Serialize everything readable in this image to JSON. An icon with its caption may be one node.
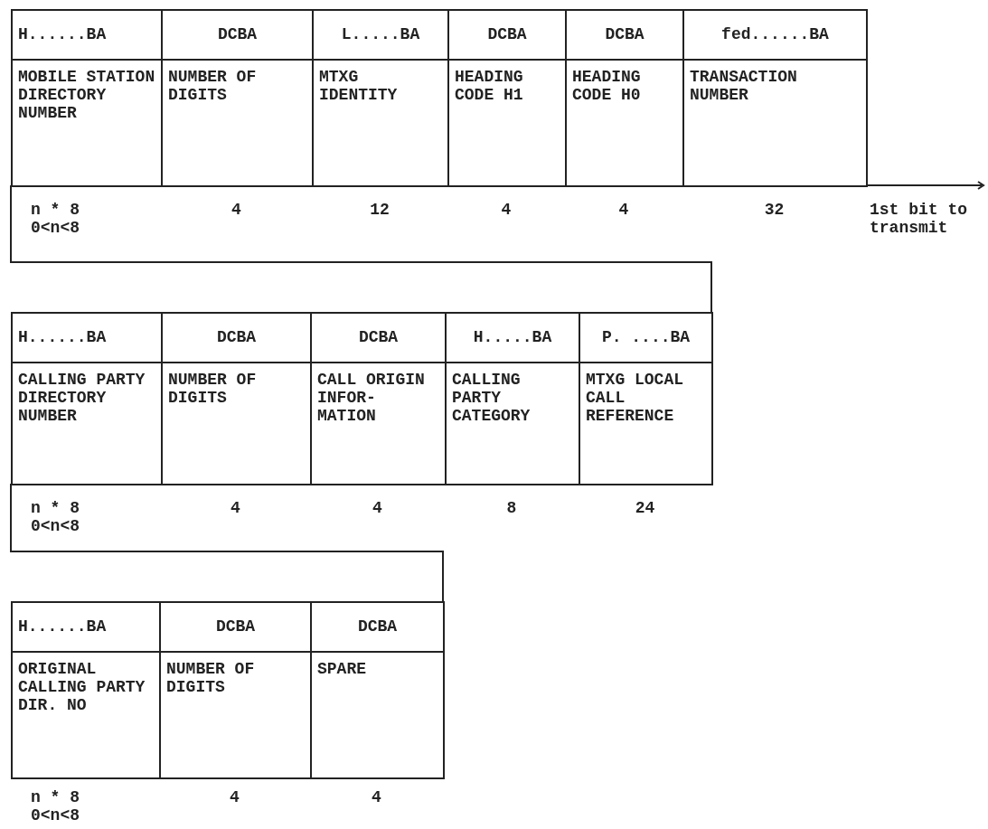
{
  "diagram": {
    "labels": [
      "H......BA",
      "DCBA",
      "L.....BA",
      "DCBA",
      "DCBA",
      "fed......BA",
      "MOBILE STATION DIRECTORY NUMBER",
      "NUMBER OF DIGITS",
      "MTXG IDENTITY",
      "HEADING CODE H1",
      "HEADING CODE H0",
      "TRANSACTION NUMBER",
      "n * 8 0<n<8",
      "4",
      "12",
      "4",
      "4",
      "32",
      "1st bit to transmit",
      "H......BA",
      "DCBA",
      "DCBA",
      "H.....BA",
      "P. ....BA",
      "CALLING PARTY DIRECTORY NUMBER",
      "NUMBER OF DIGITS",
      "CALL ORIGIN INFOR- MATION",
      "CALLING PARTY CATEGORY",
      "MTXG LOCAL CALL REFERENCE",
      "n * 8 0<n<8",
      "4",
      "4",
      "8",
      "24",
      "H......BA",
      "DCBA",
      "DCBA",
      "ORIGINAL CALLING PARTY DIR. NO",
      "NUMBER OF DIGITS",
      "SPARE",
      "n * 8 0<n<8",
      "4",
      "4"
    ]
  }
}
